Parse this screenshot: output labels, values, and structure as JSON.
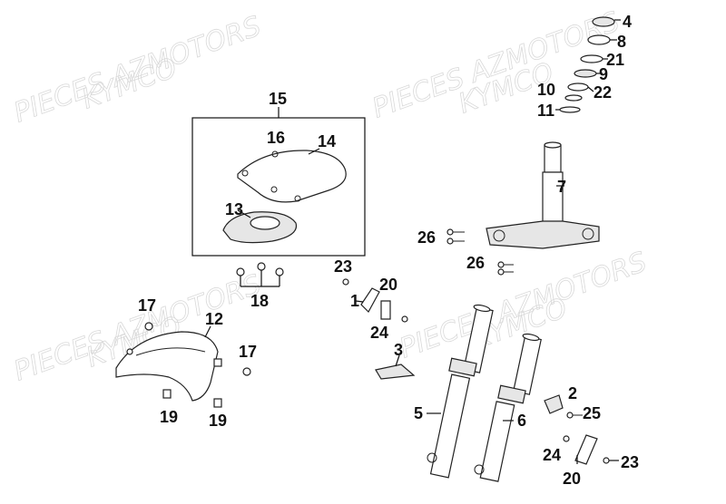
{
  "watermarks": [
    {
      "text": "PIECES AZMOTORS"
    },
    {
      "text": "KYMCO"
    },
    {
      "text": "PIECES AZMOTORS"
    },
    {
      "text": "KYMCO"
    },
    {
      "text": "PIECES AZMOTORS"
    },
    {
      "text": "KYMCO"
    },
    {
      "text": "PIECES AZMOTORS"
    },
    {
      "text": "KYMCO"
    }
  ],
  "callouts": [
    "1",
    "2",
    "3",
    "4",
    "5",
    "6",
    "7",
    "8",
    "9",
    "10",
    "11",
    "12",
    "13",
    "14",
    "15",
    "16",
    "17",
    "17",
    "18",
    "19",
    "19",
    "20",
    "20",
    "21",
    "22",
    "23",
    "23",
    "24",
    "24",
    "25",
    "26",
    "26"
  ]
}
